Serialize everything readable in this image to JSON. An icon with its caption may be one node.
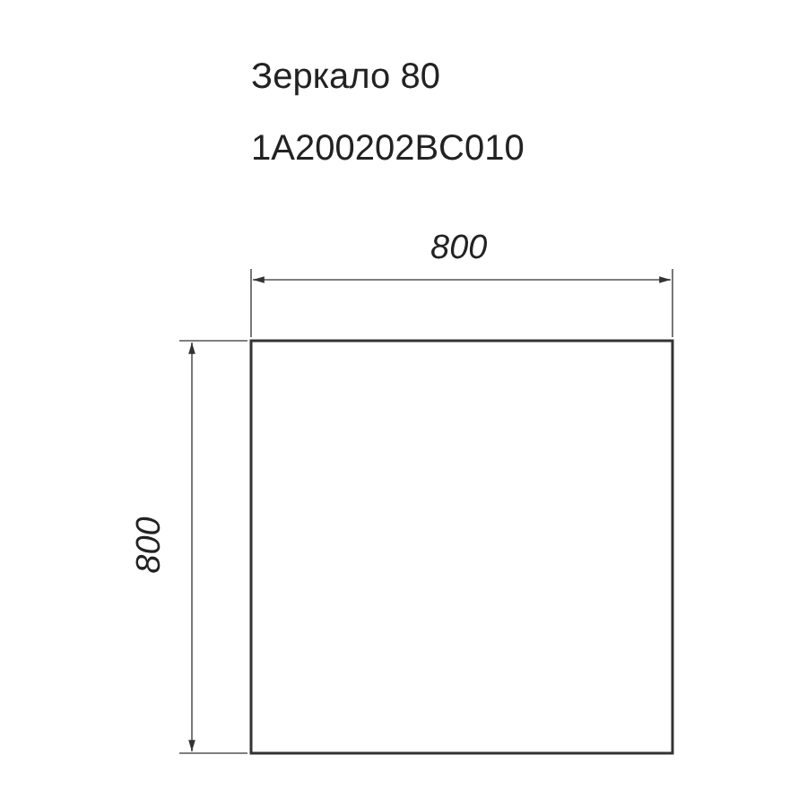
{
  "diagram": {
    "title": "Зеркало 80",
    "nodes": [
      {
        "text": [],
        "shape": "box"
      }
    ],
    "labels": [
      "1A200202BC010",
      "800",
      "800"
    ]
  }
}
